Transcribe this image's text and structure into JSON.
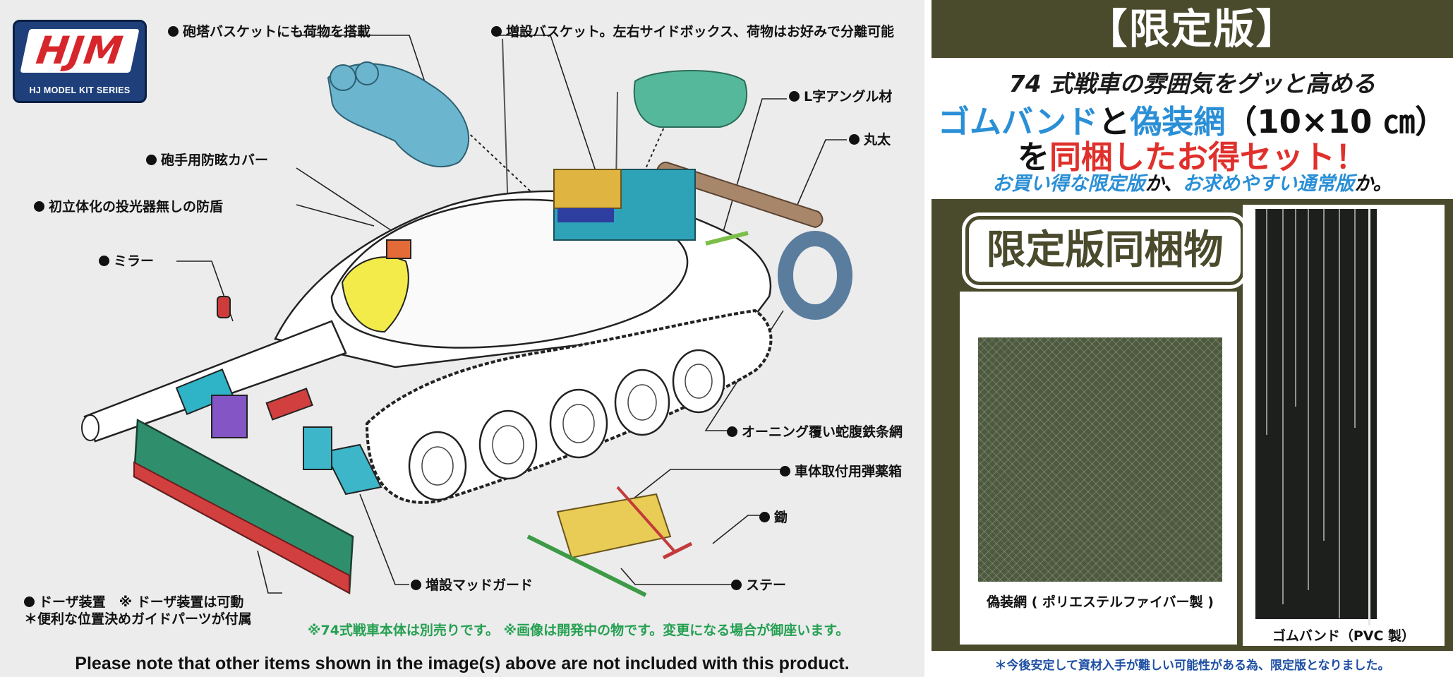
{
  "logo": {
    "text": "HJM",
    "subtitle": "HJ MODEL KIT SERIES"
  },
  "labels": {
    "turret_basket": "砲塔バスケットにも荷物を搭載",
    "extra_basket": "増設バスケット。左右サイドボックス、荷物はお好みで分離可能",
    "angle": "L字アングル材",
    "log": "丸太",
    "gunner_cover": "砲手用防眩カバー",
    "shield": "初立体化の投光器無しの防盾",
    "mirror": "ミラー",
    "wire": "オーニング覆い蛇腹鉄条網",
    "ammo_box": "車体取付用弾薬箱",
    "rake": "鋤",
    "stay": "ステー",
    "mudguard": "増設マッドガード",
    "dozer_1": "ドーザ装置　※ ドーザ装置は可動",
    "dozer_2": "＊便利な位置決めガイドパーツが付属"
  },
  "notes": {
    "jp_note": "※74式戦車本体は別売りです。 ※画像は開発中の物です。変更になる場合が御座います。",
    "english_note": "Please note that other items shown in the image(s) above are not included with this product."
  },
  "limited": {
    "title": "【限定版】",
    "line1": "74 式戦車の雰囲気をグッと高める",
    "line2_blue_a": "ゴムバンド",
    "line2_black_a": "と",
    "line2_blue_b": "偽装網",
    "line2_black_b": "（10×10 ㎝）",
    "line3_black_a": "を",
    "line3_red": "同梱したお得セット！",
    "line4_blue_a": "お買い得な限定版",
    "line4_black_a": "か、",
    "line4_blue_b": "お求めやすい通常版",
    "line4_black_b": "か。",
    "contents_title": "限定版同梱物",
    "net_label": "偽装網 ( ポリエステルファイバー製 )",
    "band_label": "ゴムバンド（PVC 製）",
    "bottom_note": "＊今後安定して資材入手が難しい可能性がある為、限定版となりました。"
  },
  "colors": {
    "olive": "#4a4a2c",
    "blue": "#2a8fd6",
    "red": "#e0302c",
    "green_note": "#25a052"
  }
}
